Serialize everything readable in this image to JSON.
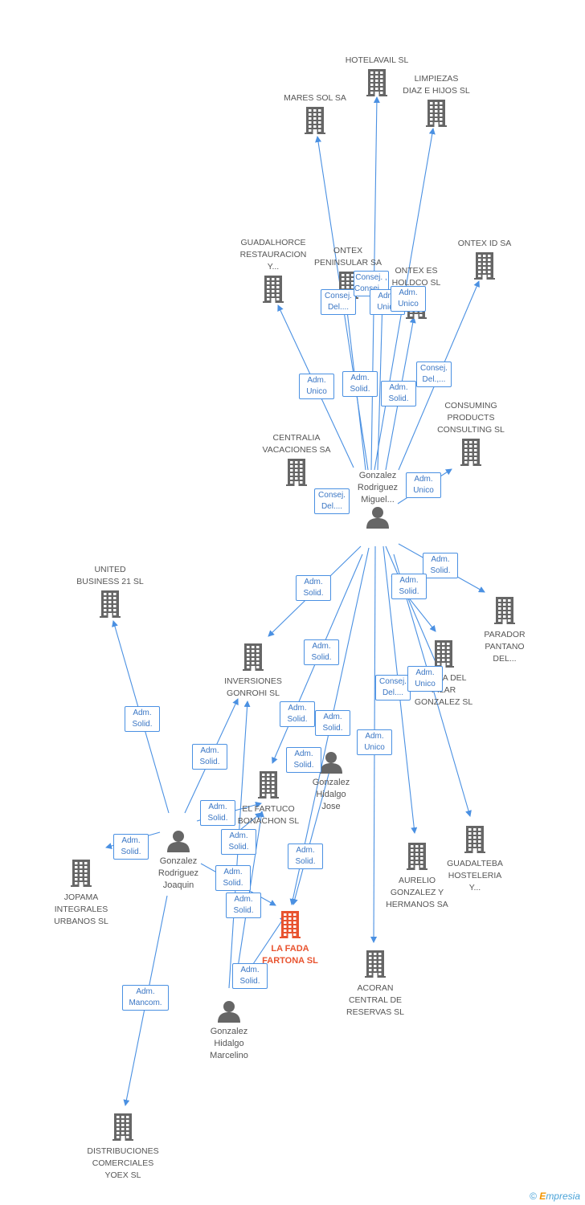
{
  "companies": [
    {
      "id": "hotelavail",
      "label": "HOTELAVAIL SL"
    },
    {
      "id": "limpiezas",
      "label": "LIMPIEZAS\nDIAZ E HIJOS SL"
    },
    {
      "id": "mares",
      "label": "MARES SOL SA"
    },
    {
      "id": "guadalhorce",
      "label": "GUADALHORCE\nRESTAURACION\nY..."
    },
    {
      "id": "ontex_pen",
      "label": "ONTEX\nPENINSULAR SA"
    },
    {
      "id": "ontex_es",
      "label": "ONTEX ES\nHOLDCO SL"
    },
    {
      "id": "ontex_id",
      "label": "ONTEX ID SA"
    },
    {
      "id": "consuming",
      "label": "CONSUMING\nPRODUCTS\nCONSULTING  SL"
    },
    {
      "id": "centralia",
      "label": "CENTRALIA\nVACACIONES SA"
    },
    {
      "id": "united",
      "label": "UNITED\nBUSINESS 21  SL"
    },
    {
      "id": "parador",
      "label": "PARADOR\nPANTANO\nDEL..."
    },
    {
      "id": "venta",
      "label": "VENTA DEL\nPILAR\nGONZALEZ SL"
    },
    {
      "id": "inversiones",
      "label": "INVERSIONES\nGONROHI SL"
    },
    {
      "id": "fartuco",
      "label": "EL FARTUCO\nBONACHON SL"
    },
    {
      "id": "guadalteba",
      "label": "GUADALTEBA\nHOSTELERIA\nY..."
    },
    {
      "id": "aurelio",
      "label": "AURELIO\nGONZALEZ Y\nHERMANOS SA"
    },
    {
      "id": "jopama",
      "label": "JOPAMA\nINTEGRALES\nURBANOS SL"
    },
    {
      "id": "lafada",
      "label": "LA FADA\nFARTONA SL",
      "highlight": true
    },
    {
      "id": "acoran",
      "label": "ACORAN\nCENTRAL DE\nRESERVAS SL"
    },
    {
      "id": "distribuciones",
      "label": "DISTRIBUCIONES\nCOMERCIALES\nYOEX SL"
    }
  ],
  "people": [
    {
      "id": "miguel",
      "label": "Gonzalez\nRodriguez\nMiguel..."
    },
    {
      "id": "jose",
      "label": "Gonzalez\nHidalgo\nJose"
    },
    {
      "id": "joaquin",
      "label": "Gonzalez\nRodriguez\nJoaquin"
    },
    {
      "id": "marcelino",
      "label": "Gonzalez\nHidalgo\nMarcelino"
    }
  ],
  "relations": [
    {
      "id": "r1",
      "label": "Consej.\nDel...."
    },
    {
      "id": "r2",
      "label": "Consej. ,\nConsej...."
    },
    {
      "id": "r3",
      "label": "Adm.\nUnico"
    },
    {
      "id": "r4",
      "label": "Adm.\nUnico"
    },
    {
      "id": "r5",
      "label": "Adm.\nSolid."
    },
    {
      "id": "r6",
      "label": "Adm.\nSolid."
    },
    {
      "id": "r7",
      "label": "Consej.\nDel.,..."
    },
    {
      "id": "r8",
      "label": "Adm.\nUnico"
    },
    {
      "id": "r9",
      "label": "Consej.\nDel...."
    },
    {
      "id": "r10",
      "label": "Adm.\nUnico"
    },
    {
      "id": "r11",
      "label": "Adm.\nSolid."
    },
    {
      "id": "r12",
      "label": "Adm.\nSolid."
    },
    {
      "id": "r13",
      "label": "Adm.\nSolid."
    },
    {
      "id": "r14",
      "label": "Consej.\nDel...."
    },
    {
      "id": "r15",
      "label": "Adm.\nUnico"
    },
    {
      "id": "r16",
      "label": "Adm.\nSolid."
    },
    {
      "id": "r17",
      "label": "Adm.\nSolid."
    },
    {
      "id": "r18",
      "label": "Adm.\nUnico"
    },
    {
      "id": "r19",
      "label": "Adm.\nSolid."
    },
    {
      "id": "r20",
      "label": "Adm.\nSolid."
    },
    {
      "id": "r21",
      "label": "Adm.\nSolid."
    },
    {
      "id": "r22",
      "label": "Adm.\nSolid."
    },
    {
      "id": "r23",
      "label": "Adm.\nSolid."
    },
    {
      "id": "r24",
      "label": "Adm.\nSolid."
    },
    {
      "id": "r25",
      "label": "Adm.\nSolid."
    },
    {
      "id": "r26",
      "label": "Adm.\nSolid."
    },
    {
      "id": "r27",
      "label": "Adm.\nSolid."
    },
    {
      "id": "r28",
      "label": "Adm.\nMancom."
    }
  ],
  "footer": {
    "copyright": "©",
    "brand_initial": "E",
    "brand_rest": "mpresia"
  },
  "colors": {
    "edge": "#4a90e2",
    "icon": "#666666",
    "highlight": "#e8532f"
  }
}
